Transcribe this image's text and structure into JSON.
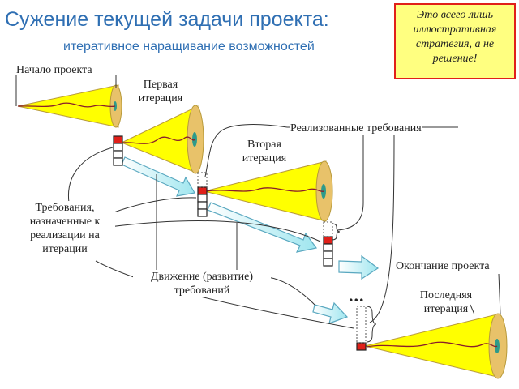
{
  "header": {
    "title": "Сужение текущей задачи проекта:",
    "subtitle": "итеративное наращивание возможностей"
  },
  "note": {
    "lines": [
      "Это всего лишь",
      "иллюстративная",
      "стратегия, а не",
      "решение!"
    ]
  },
  "labels": {
    "start": "Начало проекта",
    "iteration1": [
      "Первая",
      "итерация"
    ],
    "iteration2": [
      "Вторая",
      "итерация"
    ],
    "realized": "Реализованные требования",
    "assigned": [
      "Требования,",
      "назначенные к",
      "реализации на",
      "итерации"
    ],
    "movement": [
      "Движение (развитие)",
      "требований"
    ],
    "end": "Окончание проекта",
    "last": [
      "Последняя",
      "итерация"
    ],
    "ellipsis": "..."
  },
  "colors": {
    "title": "#2f6fb3",
    "cone_fill": "#ffff00",
    "cone_base": "#e8c26a",
    "cone_line": "#8a1f2a",
    "arrow_fill": "#a7eaf2",
    "arrow_stroke": "#5aa8c0",
    "requirement_active": "#e0201a",
    "note_bg": "#ffff80",
    "note_border": "#e0201a"
  }
}
